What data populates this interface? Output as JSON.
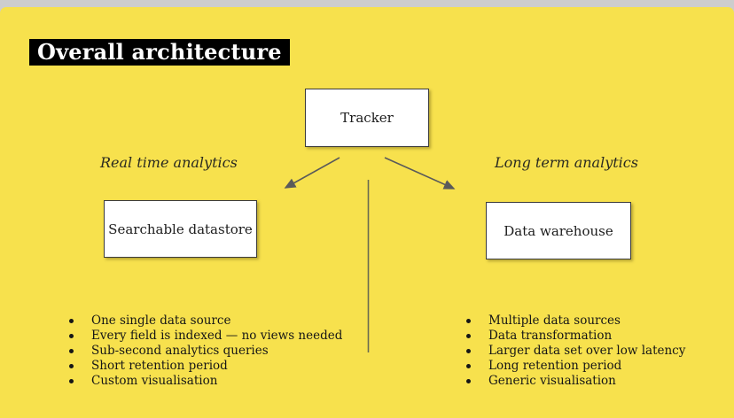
{
  "slide": {
    "title": "Overall architecture",
    "branch_labels": {
      "left": "Real time analytics",
      "right": "Long term analytics"
    },
    "nodes": {
      "tracker": "Tracker",
      "searchable_datastore": "Searchable datastore",
      "data_warehouse": "Data warehouse"
    },
    "left_list": [
      "One single data source",
      "Every field is indexed — no views needed",
      "Sub-second analytics queries",
      "Short retention period",
      "Custom visualisation"
    ],
    "right_list": [
      "Multiple data sources",
      "Data transformation",
      "Larger data set over low latency",
      "Long retention period",
      "Generic visualisation"
    ],
    "colors": {
      "slide_background": "#F7E14D",
      "chrome_background": "#CDCDCD",
      "title_background": "#000000",
      "title_text": "#FFFFFF",
      "box_background": "#FFFFFF",
      "box_border": "#3C3C3C",
      "body_text": "#1C1C1C",
      "arrow": "#5A5A5A",
      "divider_line": "#6B6B50"
    }
  }
}
